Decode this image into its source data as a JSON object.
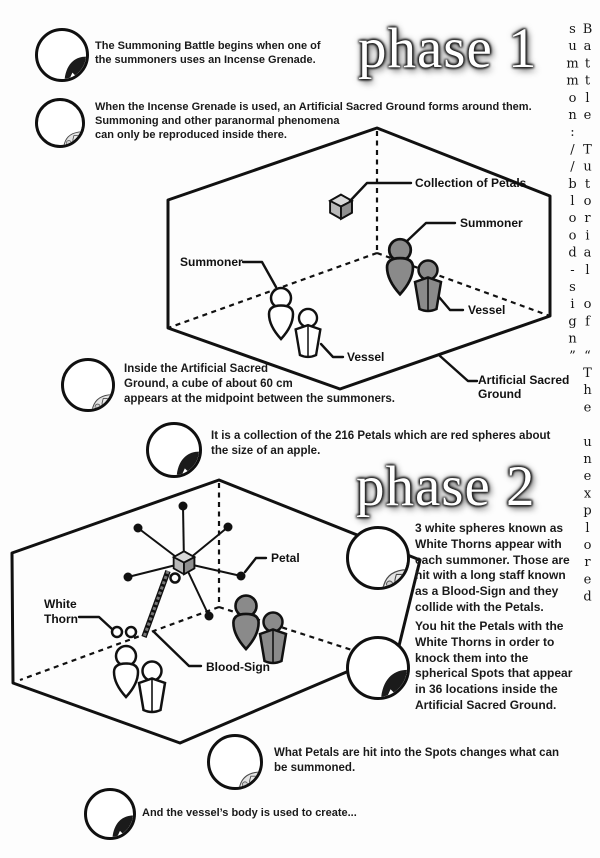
{
  "side_title": "Battle Tutorial of “The unexplored summon://blood-sign”",
  "phase1": {
    "title": "phase 1"
  },
  "phase2": {
    "title": "phase 2"
  },
  "colors": {
    "figure_gray": "#8a8a8a",
    "line_black": "#111111",
    "paper": "#fdfdfd"
  },
  "narration": [
    {
      "speaker": "boy",
      "text": "The Summoning Battle begins when one of\nthe summoners uses an Incense Grenade."
    },
    {
      "speaker": "girl",
      "text": "When the Incense Grenade is used, an Artificial Sacred Ground forms around them.\nSummoning and other paranormal phenomena\ncan only be reproduced inside there."
    },
    {
      "speaker": "girl",
      "text": "Inside the Artificial Sacred\nGround, a cube of about 60 cm\nappears at the midpoint between the summoners."
    },
    {
      "speaker": "boy",
      "text": "It is a collection of the 216 Petals which are red spheres about\nthe size of an apple."
    },
    {
      "speaker": "girl",
      "text": "3 white spheres known as\nWhite Thorns appear with\neach summoner. Those are\nhit with a long staff known\nas a Blood-Sign and they\ncollide with the Petals."
    },
    {
      "speaker": "boy",
      "text": "You hit the Petals with the\nWhite Thorns in order to\nknock them into the\nspherical Spots that appear\nin 36 locations inside the\nArtificial Sacred Ground."
    },
    {
      "speaker": "girl",
      "text": "What Petals are hit into the Spots changes what can\nbe summoned."
    },
    {
      "speaker": "boy",
      "text": "And the vessel’s body is used to create..."
    }
  ],
  "diagram1": {
    "collection_of_petals": "Collection of Petals",
    "summoner_left": "Summoner",
    "summoner_right": "Summoner",
    "vessel_left": "Vessel",
    "vessel_right": "Vessel",
    "sacred_line1": "Artificial Sacred",
    "sacred_line2": "Ground"
  },
  "diagram2": {
    "petal": "Petal",
    "white_thorn_line1": "White",
    "white_thorn_line2": "Thorn",
    "blood_sign": "Blood-Sign"
  }
}
